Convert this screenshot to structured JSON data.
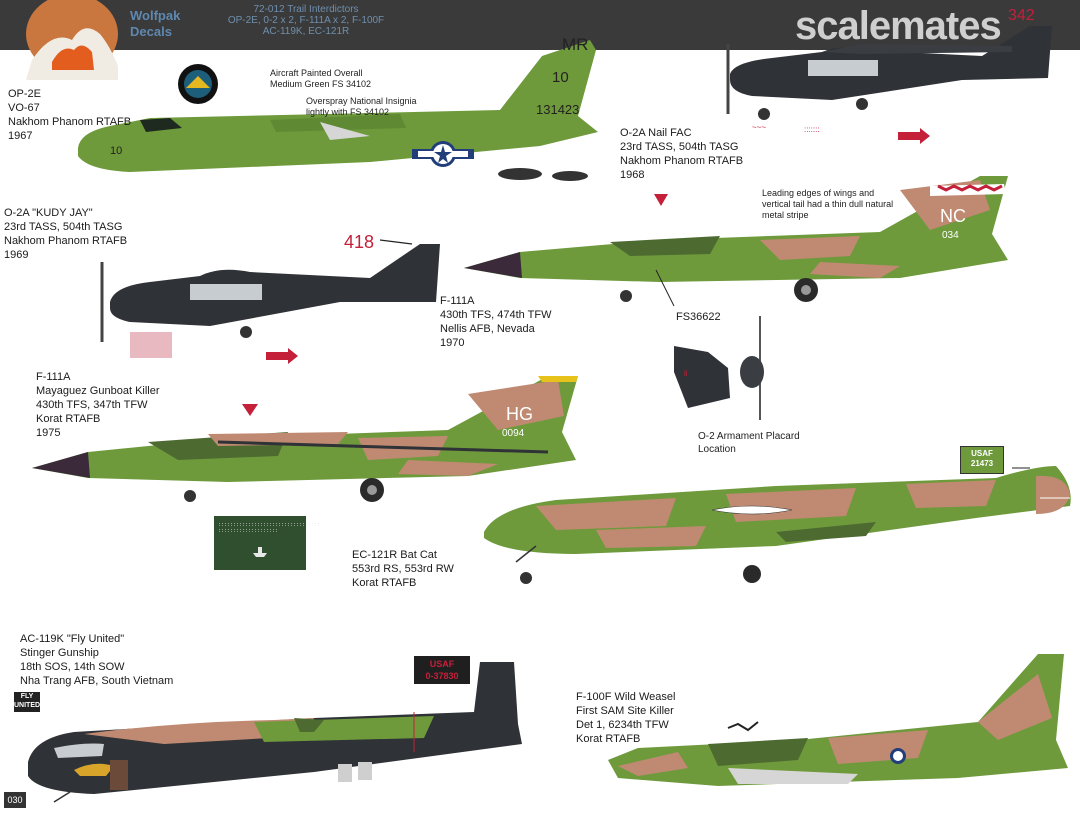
{
  "header": {
    "brand_line1": "Wolfpak",
    "brand_line2": "Decals",
    "sheet_line1": "72-012 Trail Interdictors",
    "sheet_line2": "OP-2E, 0-2 x 2, F-111A x 2, F-100F",
    "sheet_line3": "AC-119K, EC-121R",
    "watermark": "scalemates"
  },
  "colors": {
    "olive": "#6e9a3c",
    "dark_green": "#4d6b31",
    "tan": "#c08a72",
    "black_grey": "#2f3236",
    "red": "#c4203a",
    "insignia_blue": "#213d7a"
  },
  "captions": {
    "op2e": "OP-2E\nVO-67\nNakhom Phanom RTAFB\n1967",
    "o2a_nail": "O-2A Nail FAC\n23rd TASS, 504th TASG\nNakhom Phanom RTAFB\n1968",
    "o2a_kudy": "O-2A \"KUDY JAY\"\n23rd TASS, 504th TASG\nNakhom Phanom RTAFB\n1969",
    "f111_nellis": "F-111A\n430th TFS, 474th TFW\nNellis AFB, Nevada\n1970",
    "f111_mayaguez": "F-111A\nMayaguez Gunboat Killer\n430th TFS, 347th TFW\nKorat RTAFB\n1975",
    "ec121": "EC-121R Bat Cat\n553rd RS, 553rd RW\nKorat RTAFB",
    "ac119": "AC-119K \"Fly United\"\nStinger Gunship\n18th SOS, 14th SOW\nNha Trang AFB, South Vietnam",
    "f100": "F-100F Wild Weasel\nFirst SAM Site Killer\nDet 1, 6234th TFW\nKorat RTAFB"
  },
  "notes": {
    "overall_color": "Aircraft Painted Overall\nMedium Green FS 34102",
    "overspray": "Overspray National Insignia\nlightly with FS 34102",
    "leading_edge": "Leading edges of wings and vertical tail had a thin dull natural metal stripe",
    "fs_number": "FS36622",
    "placard": "O-2 Armament Placard\nLocation"
  },
  "markings": {
    "op2e_tail_code": "MR",
    "op2e_tail_num": "10",
    "op2e_serial": "131423",
    "op2e_nose_num": "10",
    "o2_tail_num": "418",
    "o2_tail_top": "342",
    "f111_nellis_code": "NC",
    "f111_nellis_num": "034",
    "f111_korat_code": "HG",
    "f111_korat_num": "0094",
    "ec121_usaf": "USAF",
    "ec121_serial": "21473",
    "ac119_usaf": "USAF",
    "ac119_serial": "0-37830",
    "ac119_decal": "FLY\nUNITED",
    "f100_tail": "",
    "page_number": "030"
  }
}
